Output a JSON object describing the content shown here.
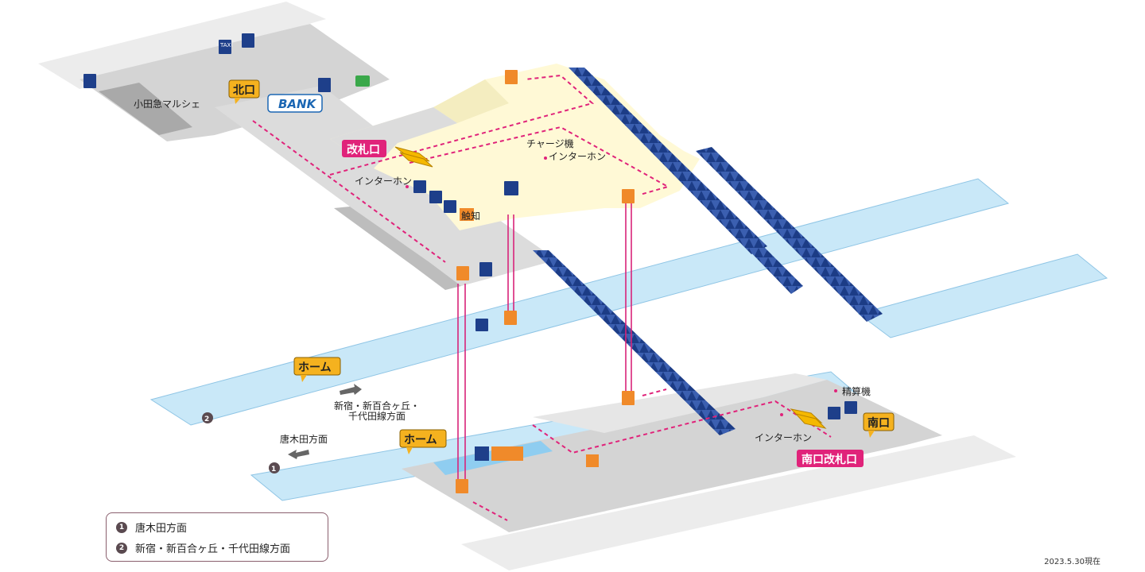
{
  "labels": {
    "marche": "小田急マルシェ",
    "north_exit": "北口",
    "bank": "BANK",
    "ticket_gate": "改札口",
    "charge_machine": "チャージ機",
    "intercom_1": "インターホン",
    "intercom_2": "インターホン",
    "intercom_3": "インターホン",
    "platform_1": "ホーム",
    "platform_2": "ホーム",
    "direction_upper": "新宿・新百合ヶ丘・",
    "direction_upper_2": "千代田線方面",
    "direction_lower": "唐木田方面",
    "fare_adjust": "精算機",
    "south_exit": "南口",
    "south_gate": "南口改札口",
    "taxi": "TAXI",
    "notice": "触知"
  },
  "legend": [
    {
      "num": "1",
      "text": "唐木田方面"
    },
    {
      "num": "2",
      "text": "新宿・新百合ヶ丘・千代田線方面"
    }
  ],
  "date": "2023.5.30現在",
  "colors": {
    "pink": "#e0237a",
    "orange": "#f5a623",
    "elevator": "#f08a2a",
    "platform": "#c9e8f8",
    "concourse": "#fff9d6",
    "floor_gray": "#d8d8d8",
    "dark_gray": "#bdbdbd",
    "stair_blue": "#2b4d9c",
    "navy_icon": "#1e3f8a"
  }
}
